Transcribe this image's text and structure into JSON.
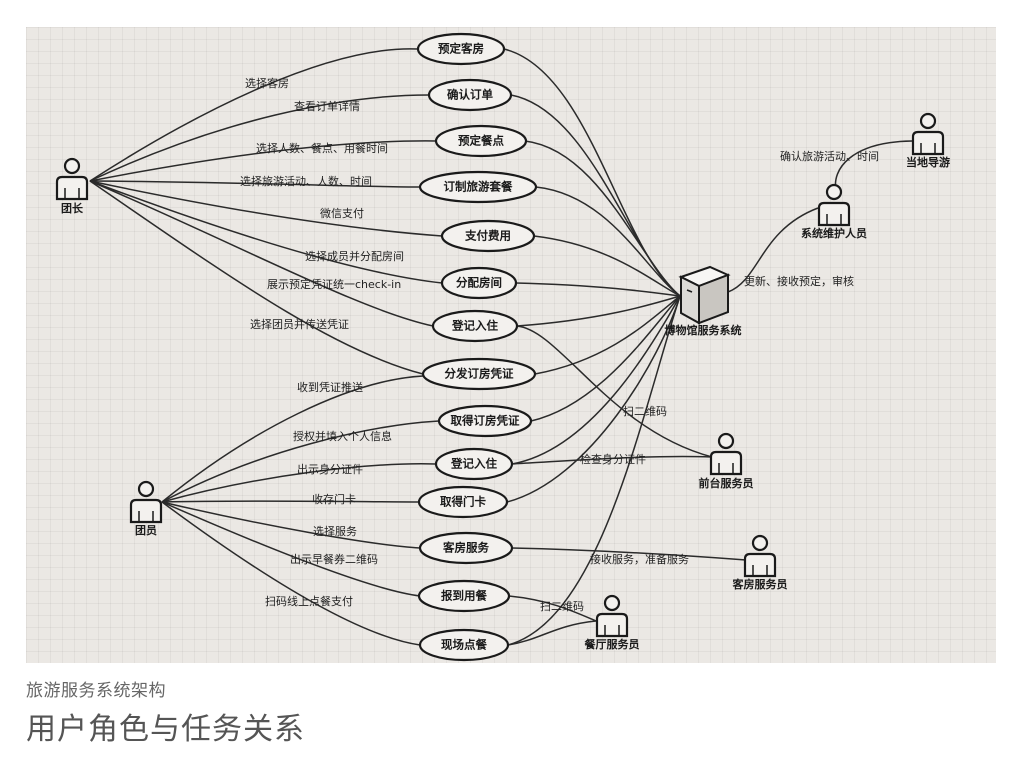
{
  "caption": {
    "subtitle": "旅游服务系统架构",
    "title": "用户角色与任务关系"
  },
  "actors": {
    "leader": "团长",
    "member": "团员",
    "guide": "当地导游",
    "maintainer": "系统维护人员",
    "front_desk": "前台服务员",
    "room_service": "客房服务员",
    "restaurant": "餐厅服务员"
  },
  "system": {
    "name": "博物馆服务系统"
  },
  "use_cases": [
    "预定客房",
    "确认订单",
    "预定餐点",
    "订制旅游套餐",
    "支付费用",
    "分配房间",
    "登记入住",
    "分发订房凭证",
    "取得订房凭证",
    "登记入住",
    "取得门卡",
    "客房服务",
    "报到用餐",
    "现场点餐"
  ],
  "edge_labels": {
    "leader": [
      "选择客房",
      "查看订单详情",
      "选择人数、餐点、用餐时间",
      "选择旅游活动、人数、时间",
      "微信支付",
      "选择成员并分配房间",
      "展示预定凭证统一check-in",
      "选择团员并传送凭证"
    ],
    "member": [
      "收到凭证推送",
      "授权并填入个人信息",
      "出示身分证件",
      "收存门卡",
      "选择服务",
      "出示早餐券二维码",
      "扫码线上点餐支付"
    ],
    "guide_link": "确认旅游活动、时间",
    "maintainer_link": "更新、接收预定，审核",
    "checkin_scan": "扫二维码",
    "id_check": "检查身分证件",
    "room_service_link": "接收服务，准备服务",
    "meal_scan": "扫二维码"
  }
}
